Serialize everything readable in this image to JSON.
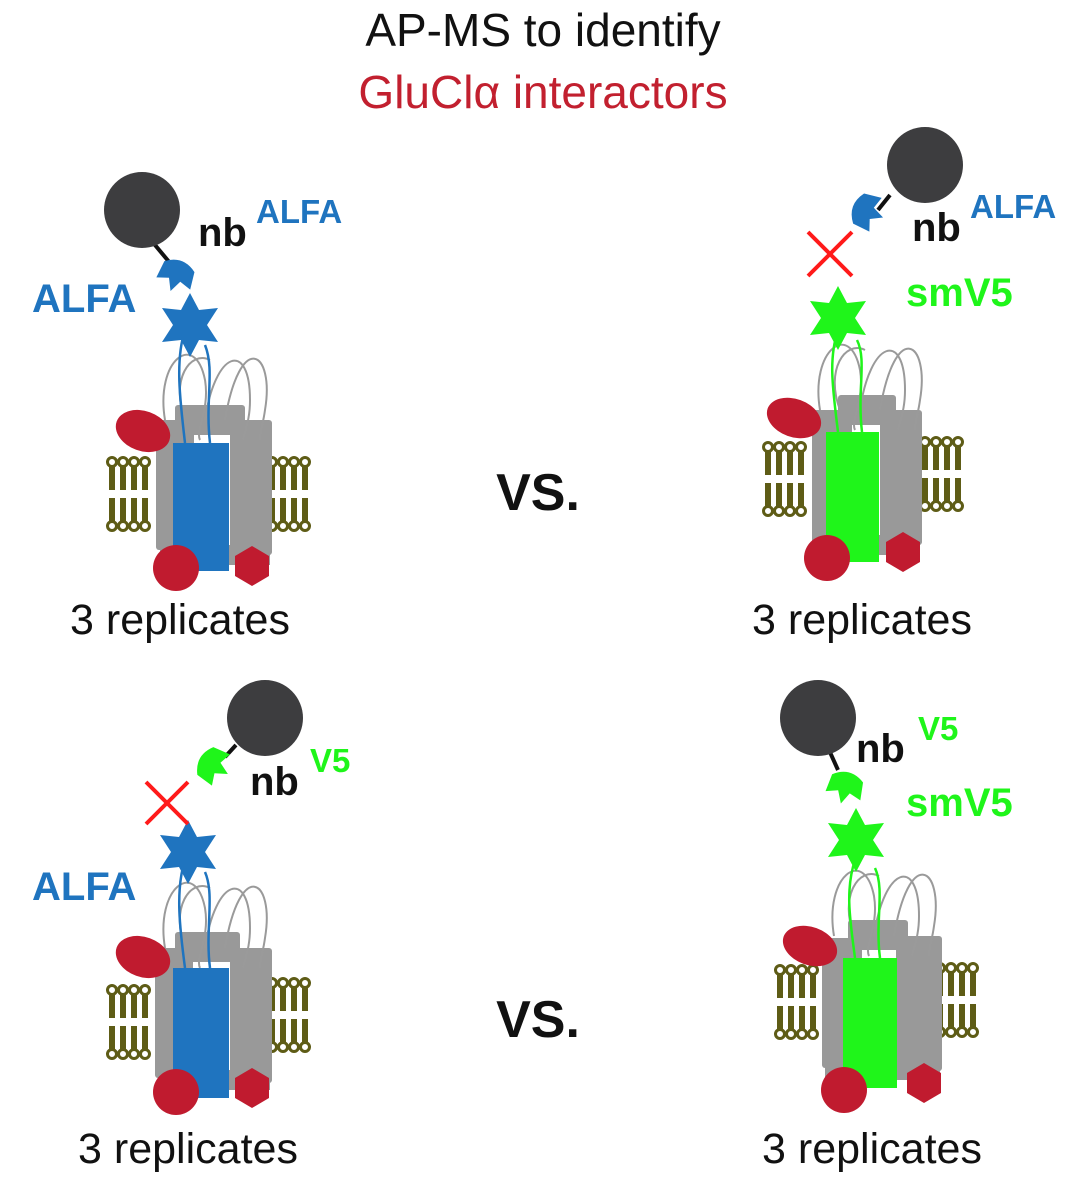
{
  "title": {
    "line1": "AP-MS to identify",
    "line2": "GluClα interactors"
  },
  "colors": {
    "title_black": "#111111",
    "title_red": "#c2202f",
    "alfa_blue": "#1f74bf",
    "v5_green": "#1ff51a",
    "bead": "#3d3d3f",
    "channel_gray": "#999999",
    "interactor_red": "#c01b2f",
    "lipid_olive": "#5e5c16",
    "cross_red": "#ff1a1a"
  },
  "panels": {
    "top_left": {
      "nb_label": "nb",
      "nb_superscript": "ALFA",
      "tag_label": "ALFA",
      "replicates": "3 replicates",
      "binding": "bound"
    },
    "top_right": {
      "nb_label": "nb",
      "nb_superscript": "ALFA",
      "tag_label": "smV5",
      "replicates": "3 replicates",
      "binding": "not bound"
    },
    "bottom_left": {
      "nb_label": "nb",
      "nb_superscript": "V5",
      "tag_label": "ALFA",
      "replicates": "3 replicates",
      "binding": "not bound"
    },
    "bottom_right": {
      "nb_label": "nb",
      "nb_superscript": "V5",
      "tag_label": "smV5",
      "replicates": "3 replicates",
      "binding": "bound"
    }
  },
  "comparisons": {
    "top": "VS.",
    "bottom": "VS."
  }
}
